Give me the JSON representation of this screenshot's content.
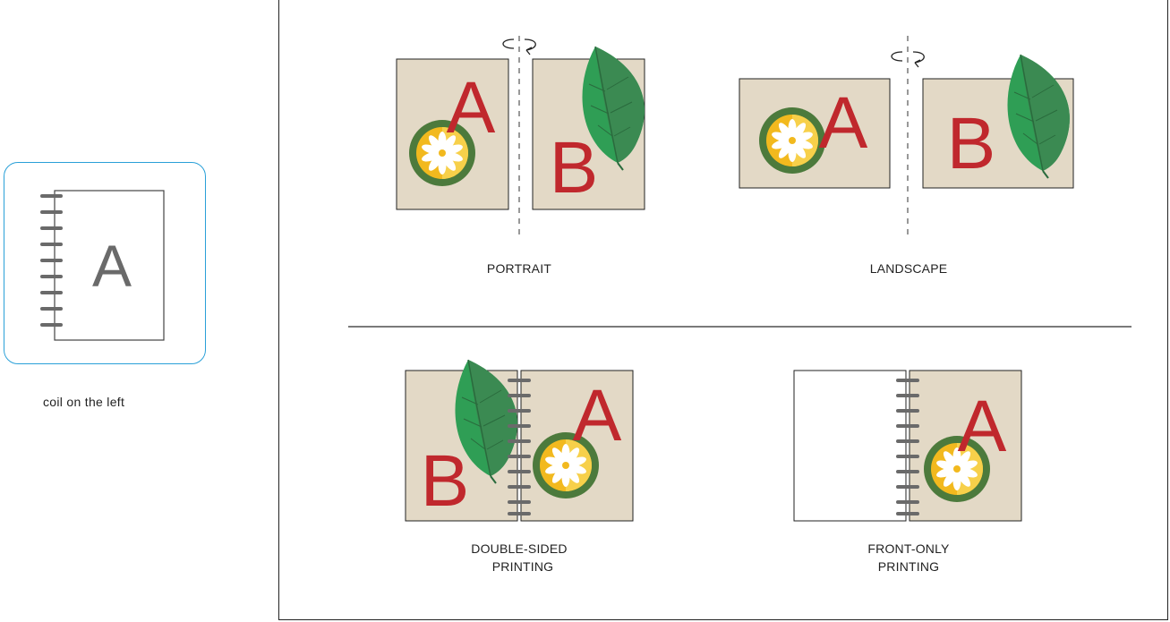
{
  "sidebar": {
    "caption": "coil on the left",
    "letter": "A",
    "accent": "#2aa0d8"
  },
  "diagram": {
    "letters": {
      "a": "A",
      "b": "B"
    },
    "labels": {
      "portrait": "PORTRAIT",
      "landscape": "LANDSCAPE",
      "double_sided": [
        "DOUBLE-SIDED",
        "PRINTING"
      ],
      "front_only": [
        "FRONT-ONLY",
        "PRINTING"
      ]
    },
    "icons": [
      "rotate-arrow-icon",
      "flower-icon",
      "leaf-icon",
      "coil-binding-icon"
    ],
    "colors": {
      "page": "#e3d9c6",
      "letter": "#c0282d",
      "leaf": "#2f9e55",
      "flower_ring": "#4c7a3c",
      "flower_center": "#f2b91e",
      "coil": "#6a6a6a"
    }
  }
}
